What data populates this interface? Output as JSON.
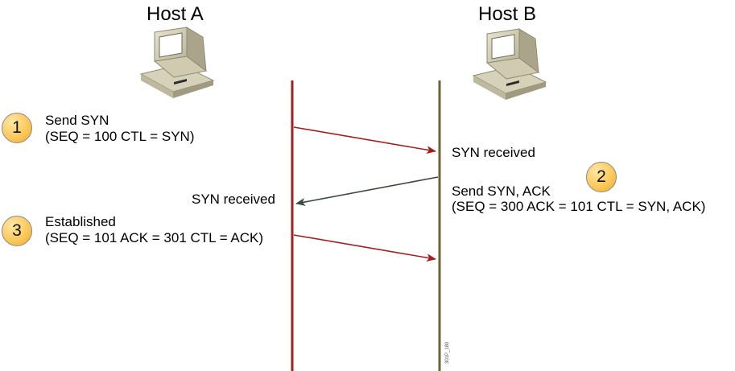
{
  "hosts": {
    "a": {
      "title": "Host A"
    },
    "b": {
      "title": "Host B"
    }
  },
  "steps": [
    {
      "number": "1",
      "line1": "Send SYN",
      "line2": "(SEQ = 100 CTL = SYN)"
    },
    {
      "number": "2",
      "line1": "Send SYN, ACK",
      "line2": "(SEQ = 300 ACK = 101 CTL = SYN, ACK)"
    },
    {
      "number": "3",
      "line1": "Established",
      "line2": "(SEQ = 101 ACK = 301 CTL = ACK)"
    }
  ],
  "labels": {
    "b_syn_received": "SYN received",
    "a_syn_received": "SYN received"
  },
  "figure_code": "301P_180",
  "colors": {
    "host_a_line": "#a31f1f",
    "host_b_line": "#6b6536",
    "arrow_a_to_b": "#a31f1f",
    "arrow_b_to_a": "#3d4a40",
    "badge_fill": "#fcc95c"
  },
  "icons": {
    "host_a": "desktop-computer-icon",
    "host_b": "desktop-computer-icon"
  }
}
